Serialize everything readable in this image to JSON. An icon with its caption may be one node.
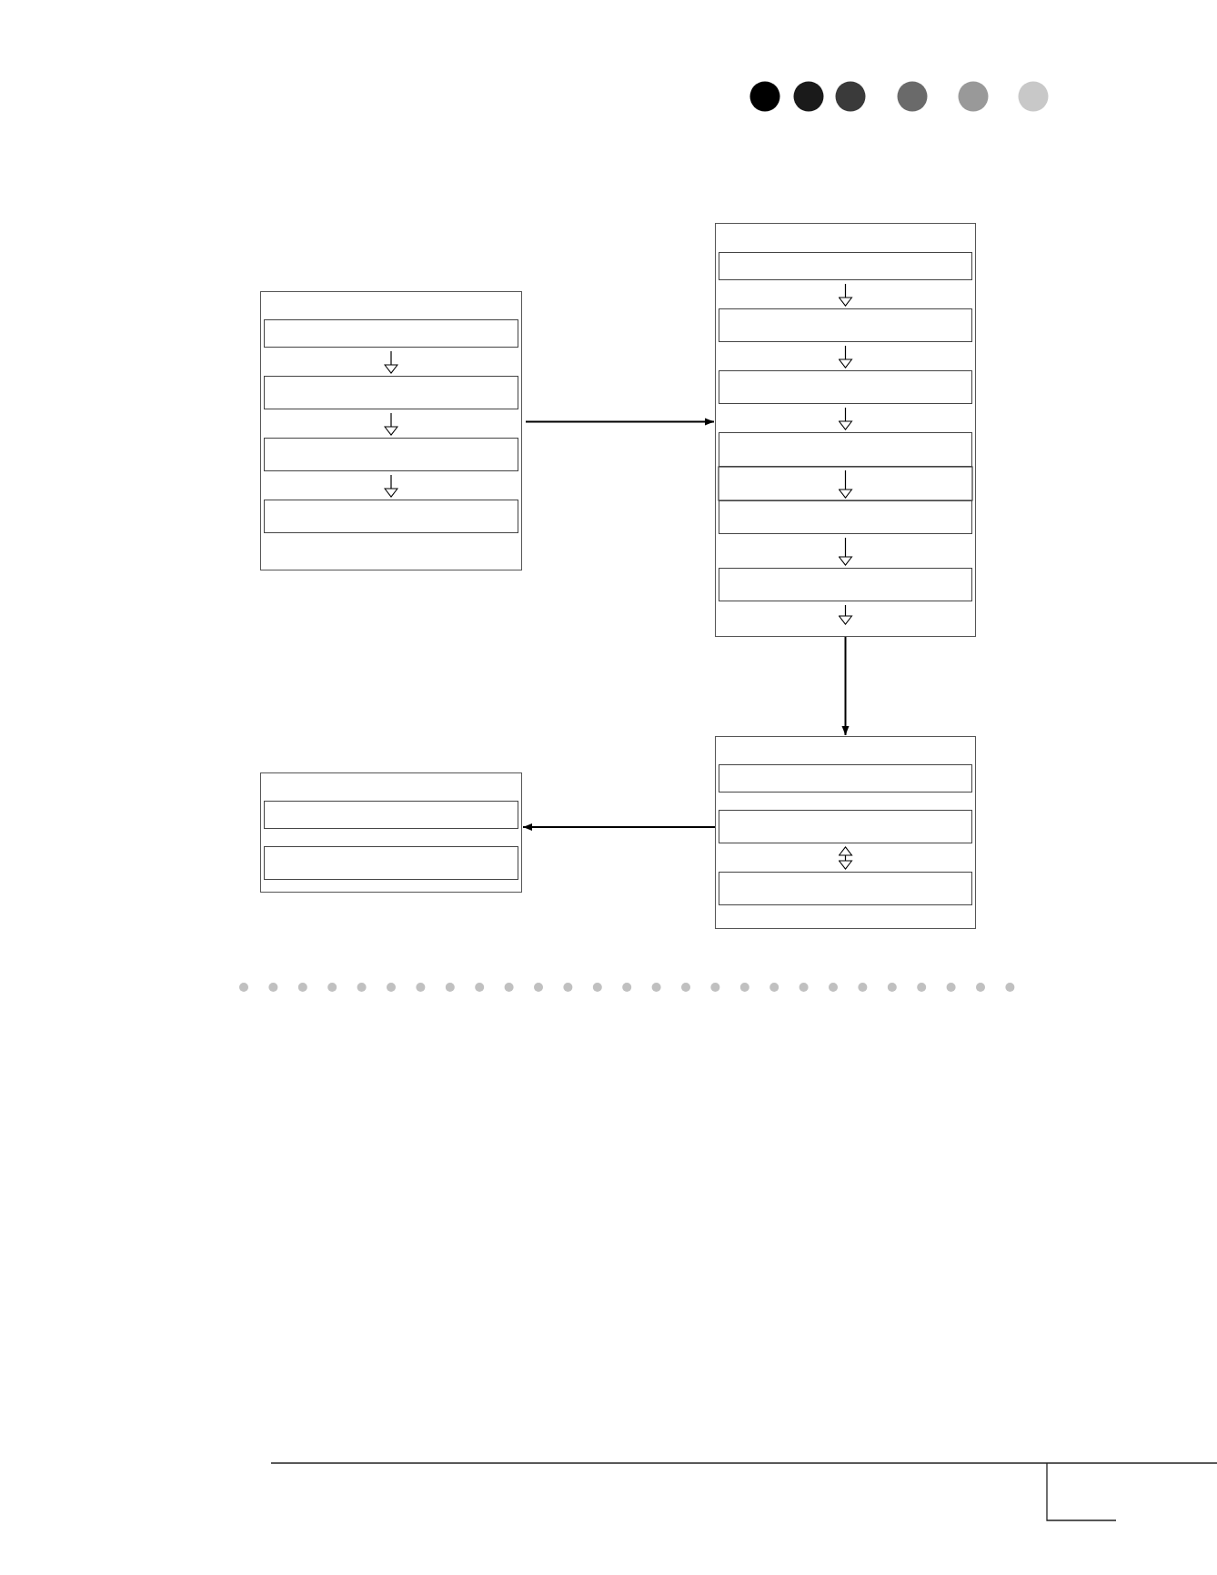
{
  "diagram": {
    "nodes": [
      {
        "text": [],
        "shape": "box"
      },
      {
        "text": [],
        "shape": "box",
        "in": 0
      },
      {
        "text": [],
        "shape": "box",
        "in": 0
      },
      {
        "text": [],
        "shape": "box",
        "in": 0
      },
      {
        "text": [],
        "shape": "box",
        "in": 0
      },
      {
        "text": [],
        "shape": "box"
      },
      {
        "text": [],
        "shape": "box",
        "in": 5
      },
      {
        "text": [],
        "shape": "box",
        "in": 5
      },
      {
        "text": [],
        "shape": "box",
        "in": 5
      },
      {
        "text": [],
        "shape": "box",
        "in": 5
      },
      {
        "text": [],
        "shape": "box",
        "in": 5
      },
      {
        "text": [],
        "shape": "box",
        "in": 5
      },
      {
        "text": [],
        "shape": "box"
      },
      {
        "text": [],
        "shape": "box",
        "in": 12
      },
      {
        "text": [],
        "shape": "box",
        "in": 12
      },
      {
        "text": [],
        "shape": "box",
        "in": 12
      },
      {
        "text": [],
        "shape": "box"
      },
      {
        "text": [],
        "shape": "box",
        "in": 16
      },
      {
        "text": [],
        "shape": "box",
        "in": 16
      }
    ],
    "edges": [
      {
        "from": 1,
        "to": 2,
        "arrow": "to"
      },
      {
        "from": 2,
        "to": 3,
        "arrow": "to"
      },
      {
        "from": 3,
        "to": 4,
        "arrow": "to"
      },
      {
        "from": 6,
        "to": 7,
        "arrow": "to"
      },
      {
        "from": 7,
        "to": 8,
        "arrow": "to"
      },
      {
        "from": 8,
        "to": 9,
        "arrow": "to"
      },
      {
        "from": 9,
        "to": 10,
        "arrow": "to"
      },
      {
        "from": 10,
        "to": 11,
        "arrow": "to"
      },
      {
        "from": 11,
        "to": null,
        "arrow": "to"
      },
      {
        "from": 14,
        "to": 15,
        "arrow": "both"
      },
      {
        "from": 0,
        "to": 5,
        "arrow": "to"
      },
      {
        "from": 5,
        "to": 12,
        "arrow": "to"
      },
      {
        "from": 12,
        "to": 16,
        "arrow": "to"
      }
    ]
  }
}
